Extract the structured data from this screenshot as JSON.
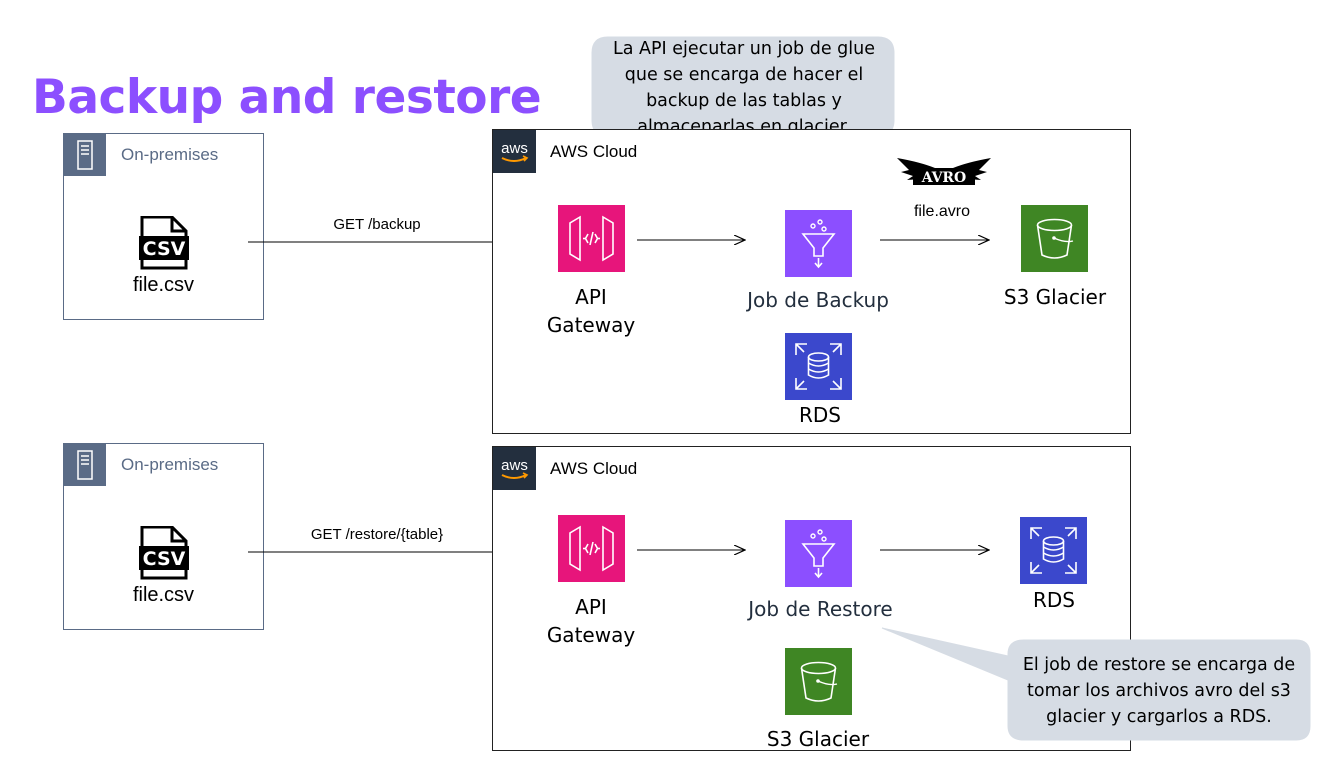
{
  "title": "Backup and restore",
  "colors": {
    "title": "#8c4fff",
    "onprem_border": "#5a6b86",
    "aws_dark": "#232f3e",
    "api_gateway": "#e7157b",
    "analytics": "#8c4fff",
    "storage": "#3f8624",
    "database": "#3b48cc",
    "callout": "#d6dce4"
  },
  "backup": {
    "onprem_label": "On-premises",
    "onprem_file_icon": "csv-file-icon",
    "onprem_file_label": "file.csv",
    "request_label": "GET /backup",
    "aws_label": "AWS Cloud",
    "aws_logo_text": "aws",
    "api_label_line1": "API",
    "api_label_line2": "Gateway",
    "job_label": "Job de Backup",
    "output_file_label": "file.avro",
    "avro_logo_text": "AVRO",
    "storage_label": "S3 Glacier",
    "database_label": "RDS",
    "callout_lines": [
      "La API ejecutar un job de glue",
      "que se encarga de hacer el",
      "backup de las tablas y",
      "almacenarlas en glacier."
    ]
  },
  "restore": {
    "onprem_label": "On-premises",
    "onprem_file_icon": "csv-file-icon",
    "onprem_file_label": "file.csv",
    "request_label": "GET /restore/{table}",
    "aws_label": "AWS Cloud",
    "aws_logo_text": "aws",
    "api_label_line1": "API",
    "api_label_line2": "Gateway",
    "job_label": "Job de Restore",
    "database_label": "RDS",
    "storage_label": "S3 Glacier",
    "callout_lines": [
      "El job de restore se encarga de",
      "tomar los archivos avro del s3",
      "glacier y cargarlos a RDS."
    ]
  }
}
